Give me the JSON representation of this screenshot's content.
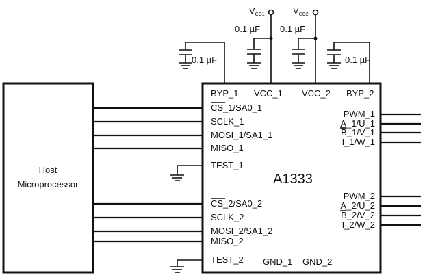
{
  "host": {
    "line1": "Host",
    "line2": "Microprocessor"
  },
  "chip": {
    "name": "A1333"
  },
  "supplies": [
    {
      "main": "V",
      "sub": "CC1"
    },
    {
      "main": "V",
      "sub": "CC2"
    }
  ],
  "capacitors": [
    "0.1 µF",
    "0.1 µF",
    "0.1 µF",
    "0.1 µF"
  ],
  "pins_top": [
    "BYP_1",
    "VCC_1",
    "VCC_2",
    "BYP_2"
  ],
  "pins_left": [
    "CS_1/SA0_1",
    "SCLK_1",
    "MOSI_1/SA1_1",
    "MISO_1",
    "TEST_1",
    "CS_2/SA0_2",
    "SCLK_2",
    "MOSI_2/SA1_2",
    "MISO_2",
    "TEST_2"
  ],
  "pins_right": [
    "PWM_1",
    "A_1/U_1",
    "B_1/V_1",
    "I_1/W_1",
    "PWM_2",
    "A_2/U_2",
    "B_2/V_2",
    "I_2/W_2"
  ],
  "pins_bottom": [
    "GND_1",
    "GND_2"
  ]
}
